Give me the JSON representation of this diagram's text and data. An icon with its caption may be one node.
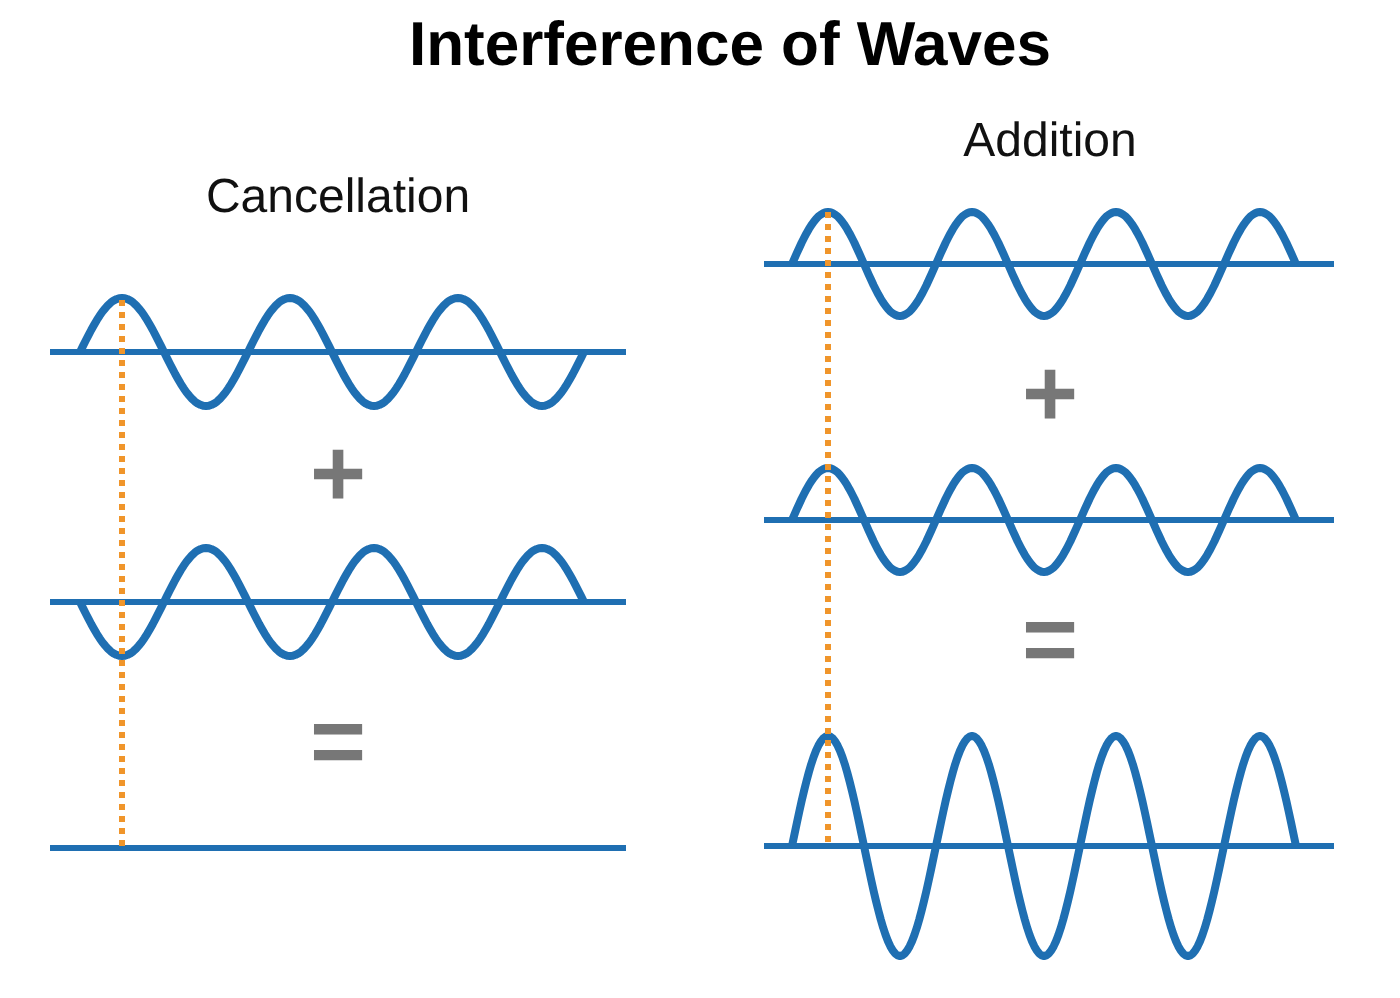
{
  "diagram": {
    "title": "Interference of Waves",
    "labels": [
      "Addition",
      "Cancellation",
      "+",
      "+",
      "=",
      "="
    ]
  }
}
